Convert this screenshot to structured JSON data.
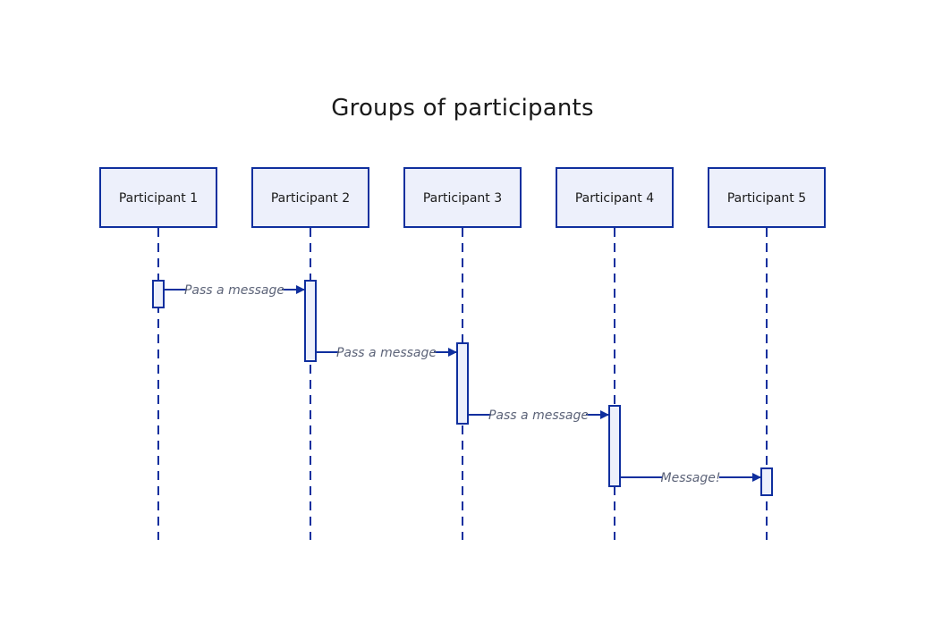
{
  "diagram": {
    "title": "Groups of participants",
    "colors": {
      "stroke": "#0f2f9e",
      "box_fill": "#edf0fb",
      "message_text": "#5c6378",
      "title_text": "#1a1a1a"
    },
    "participants": [
      {
        "id": "p1",
        "label": "Participant 1"
      },
      {
        "id": "p2",
        "label": "Participant 2"
      },
      {
        "id": "p3",
        "label": "Participant 3"
      },
      {
        "id": "p4",
        "label": "Participant 4"
      },
      {
        "id": "p5",
        "label": "Participant 5"
      }
    ],
    "messages": [
      {
        "from": "p1",
        "to": "p2",
        "label": "Pass a message"
      },
      {
        "from": "p2",
        "to": "p3",
        "label": "Pass a message"
      },
      {
        "from": "p3",
        "to": "p4",
        "label": "Pass a message"
      },
      {
        "from": "p4",
        "to": "p5",
        "label": "Message!"
      }
    ]
  }
}
